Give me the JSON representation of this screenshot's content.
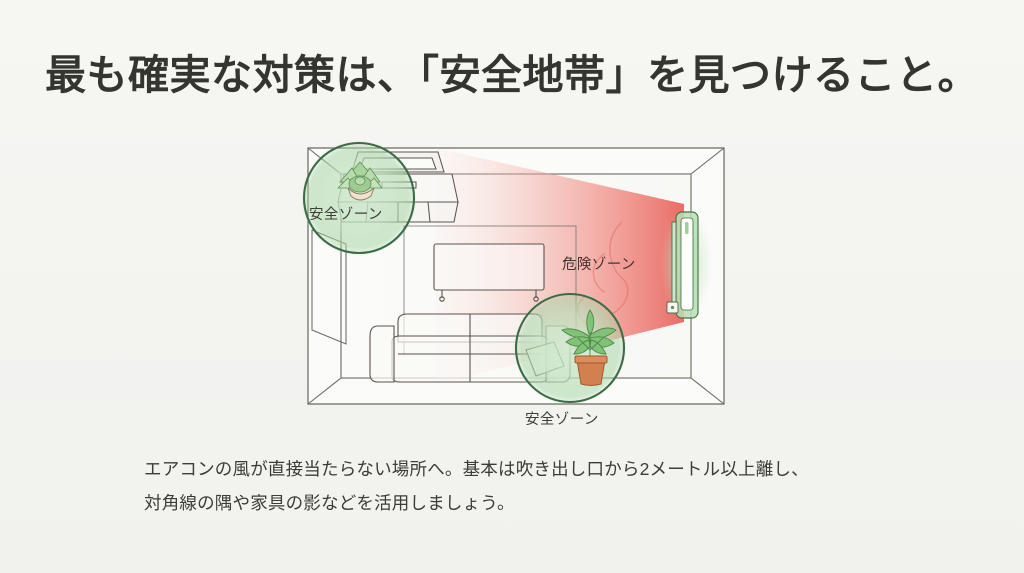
{
  "slide": {
    "background_color": "#f4f4f1",
    "title": "最も確実な対策は、「安全地帯」を見つけること。",
    "title_color": "#35352f"
  },
  "diagram": {
    "name": "room-airflow-diagram",
    "description": "エアコンのある部屋の俯瞰イラスト",
    "colors": {
      "danger_cone": "#ef7d76",
      "danger_cone_fade": "#f7cfc9",
      "safe_circle_stroke": "#3d6b47",
      "safe_circle_fill": "#a9d4ab",
      "room_line": "#6d6a62",
      "furniture_line": "#5c534e",
      "ac_unit": "#9fcfa4",
      "pot_terracotta": "#cf7c4e",
      "plant_green": "#76b86e"
    },
    "items": {
      "air_conditioner": "エアコン",
      "tv_cabinet": "テレビボード",
      "low_table": "ローテーブル",
      "sofa": "ソファ",
      "cushion": "クッション",
      "floor_plant": "観葉植物",
      "succulent": "多肉植物",
      "rug": "ラグ",
      "door": "ドア"
    },
    "labels": {
      "safe_zone_top": "安全ゾーン",
      "danger_zone": "危険ゾーン",
      "safe_zone_bottom": "安全ゾーン"
    }
  },
  "caption": {
    "line1": "エアコンの風が直接当たらない場所へ。基本は吹き出し口から2メートル以上離し、",
    "line2": "対角線の隅や家具の影などを活用しましょう。",
    "color": "#3d3d36"
  }
}
